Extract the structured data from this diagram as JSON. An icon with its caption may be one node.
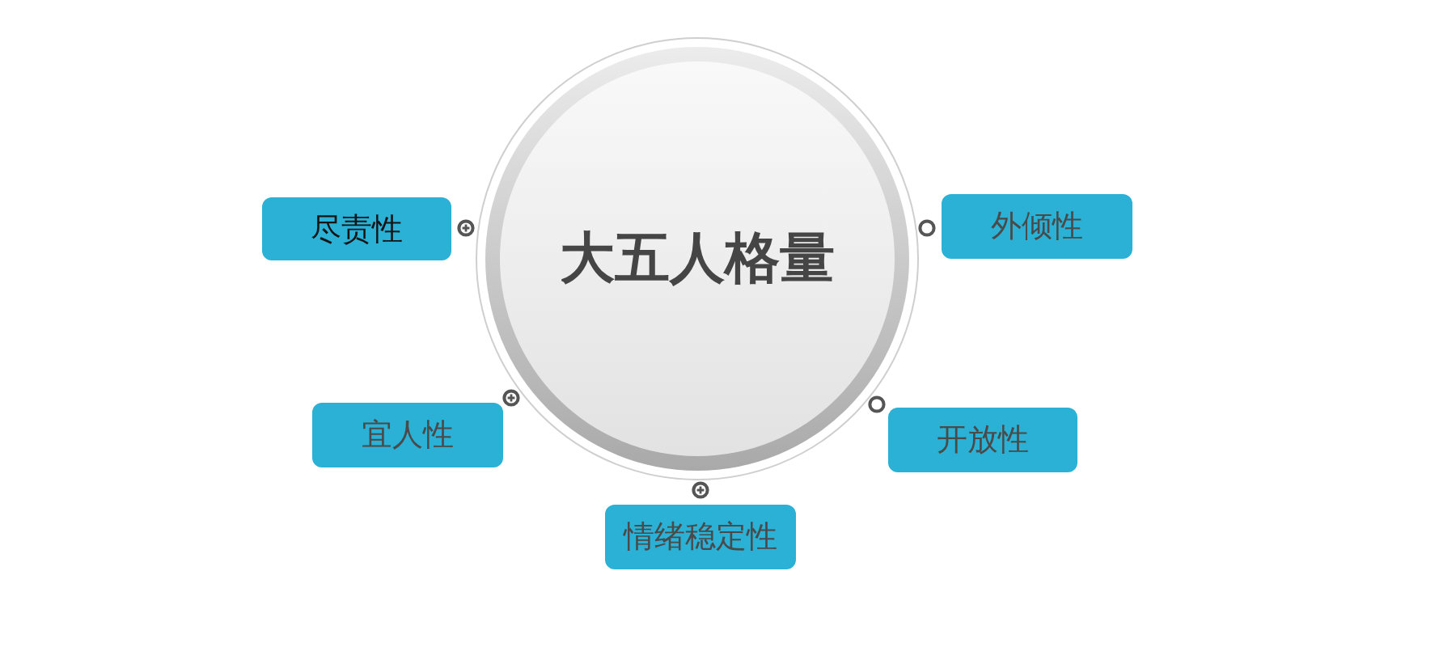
{
  "diagram": {
    "nodes": [
      {
        "text": [
          "大五人格量"
        ]
      },
      {
        "text": [
          "尽责性"
        ]
      },
      {
        "text": [
          "外倾性"
        ]
      },
      {
        "text": [
          "宜人性"
        ]
      },
      {
        "text": [
          "开放性"
        ]
      },
      {
        "text": [
          "情绪稳定性"
        ]
      }
    ]
  }
}
